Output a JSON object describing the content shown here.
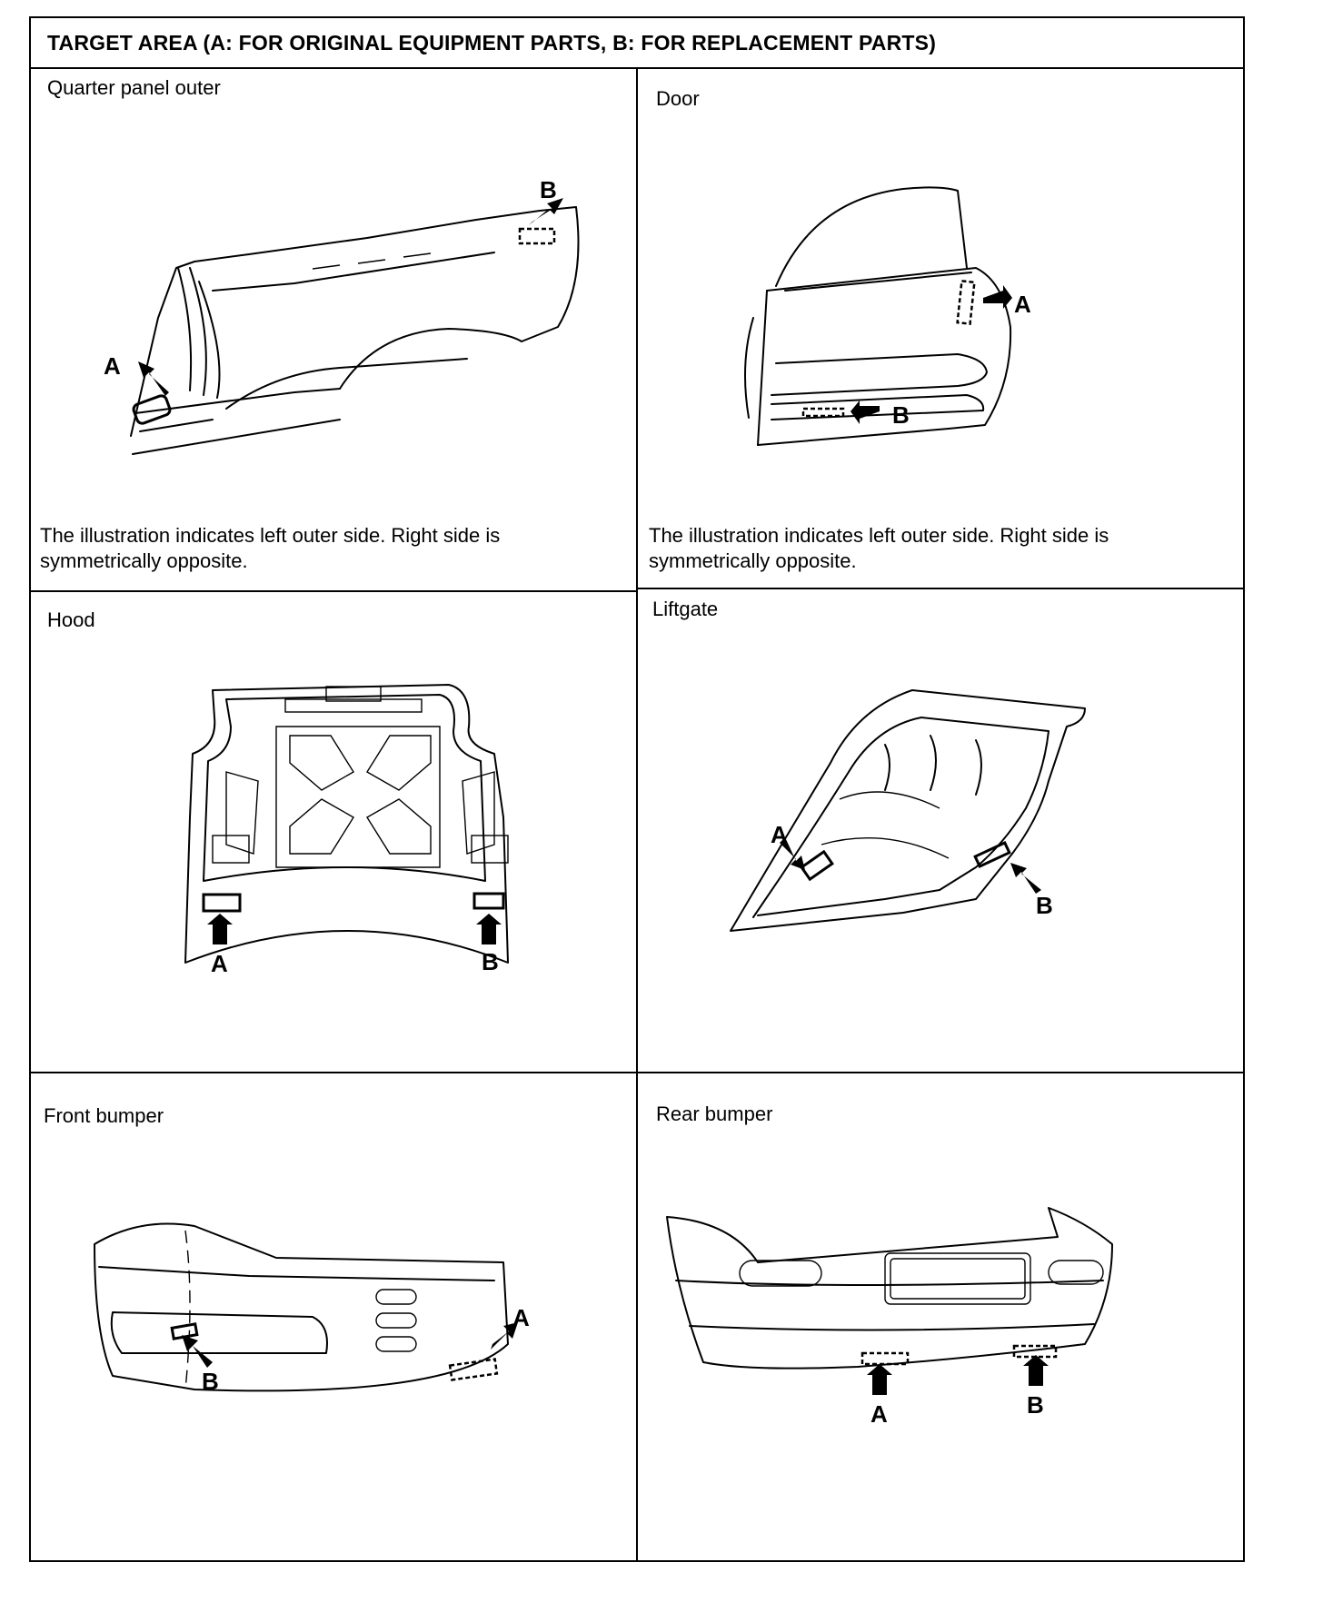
{
  "header": {
    "title": "TARGET AREA (A: FOR ORIGINAL EQUIPMENT PARTS, B: FOR REPLACEMENT PARTS)"
  },
  "cells": {
    "quarter_panel": {
      "title": "Quarter panel outer",
      "note": "The illustration indicates left outer side. Right side is symmetrically opposite.",
      "label_a": "A",
      "label_b": "B"
    },
    "door": {
      "title": "Door",
      "note": "The illustration indicates left outer side. Right side is symmetrically opposite.",
      "label_a": "A",
      "label_b": "B"
    },
    "hood": {
      "title": "Hood",
      "label_a": "A",
      "label_b": "B"
    },
    "liftgate": {
      "title": "Liftgate",
      "label_a": "A",
      "label_b": "B"
    },
    "front_bumper": {
      "title": "Front bumper",
      "label_a": "A",
      "label_b": "B"
    },
    "rear_bumper": {
      "title": "Rear bumper",
      "label_a": "A",
      "label_b": "B"
    }
  }
}
